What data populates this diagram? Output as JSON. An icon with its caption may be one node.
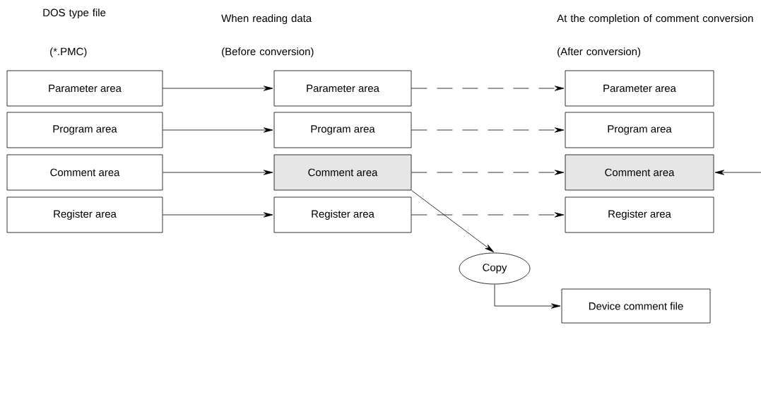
{
  "diagram": {
    "nodes": [
      {
        "text": [
          "Parameter area"
        ]
      },
      {
        "text": [
          "Parameter area"
        ]
      },
      {
        "text": [
          "Parameter area"
        ]
      },
      {
        "text": [
          "Program area"
        ]
      },
      {
        "text": [
          "Program area"
        ]
      },
      {
        "text": [
          "Program area"
        ]
      },
      {
        "text": [
          "Comment area"
        ]
      },
      {
        "text": [
          "Comment area"
        ]
      },
      {
        "text": [
          "Comment area"
        ]
      },
      {
        "text": [
          "Register area"
        ]
      },
      {
        "text": [
          "Register area"
        ]
      },
      {
        "text": [
          "Register area"
        ]
      },
      {
        "text": [
          "Copy"
        ]
      },
      {
        "text": [
          "Device comment file"
        ]
      }
    ],
    "edges": [
      {
        "from": 0,
        "to": 1,
        "arrow": "to"
      },
      {
        "from": 1,
        "to": 2,
        "arrow": "to",
        "style": "dashed"
      },
      {
        "from": 3,
        "to": 4,
        "arrow": "to"
      },
      {
        "from": 4,
        "to": 5,
        "arrow": "to",
        "style": "dashed"
      },
      {
        "from": 6,
        "to": 7,
        "arrow": "to"
      },
      {
        "from": 7,
        "to": 8,
        "arrow": "to",
        "style": "dashed"
      },
      {
        "from": null,
        "to": 8,
        "arrow": "to"
      },
      {
        "from": 9,
        "to": 10,
        "arrow": "to"
      },
      {
        "from": 10,
        "to": 11,
        "arrow": "to",
        "style": "dashed"
      },
      {
        "from": 7,
        "to": 12,
        "arrow": "to"
      },
      {
        "from": 12,
        "to": 13,
        "arrow": "to"
      }
    ],
    "labels": [
      "DOS type file",
      "(*.PMC)",
      "When reading data",
      "(Before conversion)",
      "At the completion of comment conversion",
      "(After conversion)"
    ]
  }
}
